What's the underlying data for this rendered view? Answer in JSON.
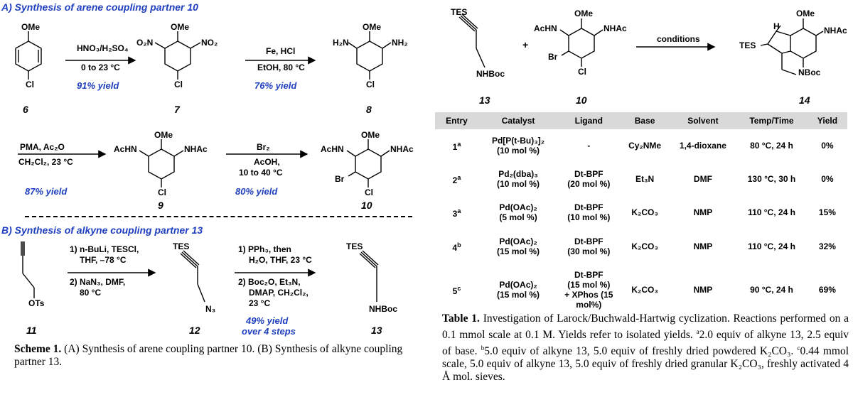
{
  "scheme": {
    "section_a_title": "A) Synthesis of arene coupling partner 10",
    "section_b_title": "B) Synthesis of alkyne coupling partner 13",
    "a": {
      "step1": {
        "reagents": "HNO₃/H₂SO₄",
        "conditions": "0 to 23 °C",
        "yield": "91% yield"
      },
      "step2": {
        "reagents": "Fe, HCl",
        "conditions": "EtOH, 80 °C",
        "yield": "76% yield"
      },
      "step3": {
        "reagents": "PMA, Ac₂O",
        "conditions": "CH₂Cl₂, 23 °C",
        "yield": "87% yield"
      },
      "step4": {
        "reagents": "Br₂",
        "conditions_1": "AcOH,",
        "conditions_2": "10 to 40 °C",
        "yield": "80% yield"
      },
      "compounds": [
        "6",
        "7",
        "8",
        "9",
        "10"
      ]
    },
    "b": {
      "step1": [
        "1) n-BuLi, TESCl,",
        "THF, –78 °C",
        "2) NaN₃, DMF,",
        "80 °C"
      ],
      "step2": [
        "1) PPh₃, then",
        "H₂O, THF, 23 °C",
        "2) Boc₂O, Et₃N,",
        "DMAP, CH₂Cl₂,",
        "23 °C"
      ],
      "yield_1": "49% yield",
      "yield_2": "over 4 steps",
      "compounds": [
        "11",
        "12",
        "13"
      ]
    },
    "labels": {
      "ome": "OMe",
      "cl": "Cl",
      "no2": "NO₂",
      "o2n": "O₂N",
      "nh2": "NH₂",
      "h2n": "H₂N",
      "acnh": "AcHN",
      "nhac": "NHAc",
      "br": "Br",
      "tes": "TES",
      "n3": "N₃",
      "nhboc": "NHBoc",
      "ots": "OTs",
      "hn": "H",
      "nboc": "NBoc",
      "n": "N"
    },
    "caption_bold": "Scheme 1.",
    "caption": "(A) Synthesis of arene coupling partner 10. (B) Synthesis of alkyne coupling partner 13."
  },
  "reaction": {
    "plus": "+",
    "conditions_label": "conditions",
    "compounds": [
      "13",
      "10",
      "14"
    ]
  },
  "table": {
    "headers": [
      "Entry",
      "Catalyst",
      "Ligand",
      "Base",
      "Solvent",
      "Temp/Time",
      "Yield"
    ],
    "rows": [
      {
        "entry": "1",
        "sup": "a",
        "catalyst": "Pd[P(t-Bu)₃]₂",
        "catalyst_amt": "(10 mol %)",
        "ligand": "-",
        "ligand_amt": "",
        "ligand_extra": "",
        "base": "Cy₂NMe",
        "solvent": "1,4-dioxane",
        "temp": "80 °C, 24 h",
        "yield": "0%"
      },
      {
        "entry": "2",
        "sup": "a",
        "catalyst": "Pd₂(dba)₃",
        "catalyst_amt": "(10 mol %)",
        "ligand": "Dt-BPF",
        "ligand_amt": "(20 mol %)",
        "ligand_extra": "",
        "base": "Et₃N",
        "solvent": "DMF",
        "temp": "130 °C, 30 h",
        "yield": "0%"
      },
      {
        "entry": "3",
        "sup": "a",
        "catalyst": "Pd(OAc)₂",
        "catalyst_amt": "(5 mol %)",
        "ligand": "Dt-BPF",
        "ligand_amt": "(10 mol %)",
        "ligand_extra": "",
        "base": "K₂CO₃",
        "solvent": "NMP",
        "temp": "110 °C, 24 h",
        "yield": "15%"
      },
      {
        "entry": "4",
        "sup": "b",
        "catalyst": "Pd(OAc)₂",
        "catalyst_amt": "(15 mol %)",
        "ligand": "Dt-BPF",
        "ligand_amt": "(30 mol %)",
        "ligand_extra": "",
        "base": "K₂CO₃",
        "solvent": "NMP",
        "temp": "110 °C, 24 h",
        "yield": "32%"
      },
      {
        "entry": "5",
        "sup": "c",
        "catalyst": "Pd(OAc)₂",
        "catalyst_amt": "(15 mol %)",
        "ligand": "Dt-BPF",
        "ligand_amt": "(15 mol %)",
        "ligand_extra": "+ XPhos (15 mol%)",
        "base": "K₂CO₃",
        "solvent": "NMP",
        "temp": "90 °C, 24 h",
        "yield": "69%"
      }
    ],
    "caption_bold": "Table 1.",
    "caption": "Investigation of Larock/Buchwald-Hartwig cyclization. Reactions performed on a 0.1 mmol scale at 0.1 M. Yields refer to isolated yields.",
    "footnote_a": "2.0 equiv of alkyne 13, 2.5 equiv of base.",
    "footnote_b": "5.0 equiv of alkyne 13, 5.0 equiv of freshly dried powdered K₂CO₃.",
    "footnote_c": "0.44 mmol scale, 5.0 equiv of alkyne 13, 5.0 equiv of freshly dried granular K₂CO₃, freshly activated 4 Å mol. sieves."
  }
}
